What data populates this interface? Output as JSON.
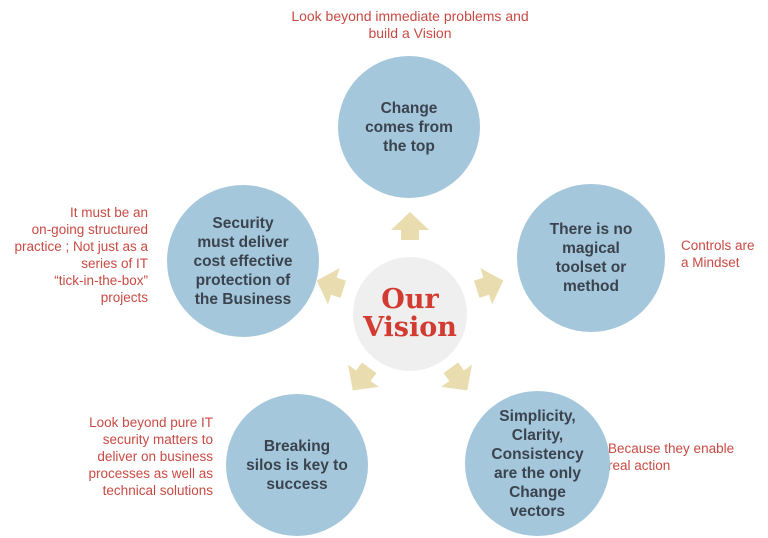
{
  "colors": {
    "circle_blue": "#a5c7db",
    "circle_text": "#3a434e",
    "center_circle_fill": "#efefef",
    "center_text_red": "#d23b31",
    "annotation_red": "#c84a43",
    "arrow_beige": "#e9dcae",
    "background": "#ffffff"
  },
  "center": {
    "lines": [
      "Our",
      "Vision"
    ]
  },
  "circles": {
    "top": {
      "lines": [
        "Change",
        "comes from",
        "the top"
      ]
    },
    "right": {
      "lines": [
        "There is no",
        "magical",
        "toolset or",
        "method"
      ]
    },
    "left": {
      "lines": [
        "Security",
        "must deliver",
        "cost effective",
        "protection of",
        "the Business"
      ]
    },
    "bottom_left": {
      "lines": [
        "Breaking",
        "silos is key to",
        "success"
      ]
    },
    "bottom_right": {
      "lines": [
        "Simplicity,",
        "Clarity,",
        "Consistency",
        "are the only",
        "Change",
        "vectors"
      ]
    }
  },
  "annotations": {
    "top": {
      "lines": [
        "Look beyond immediate problems and",
        "build a Vision"
      ]
    },
    "right": {
      "lines": [
        "Controls are",
        "a Mindset"
      ]
    },
    "left": {
      "lines": [
        "It must be an",
        "on-going structured",
        "practice ; Not just as a",
        "series of IT",
        "“tick-in-the-box”",
        "projects"
      ]
    },
    "bottom_left": {
      "lines": [
        "Look beyond pure IT",
        "security matters to",
        "deliver on business",
        "processes as well as",
        "technical solutions"
      ]
    },
    "bottom_right": {
      "lines": [
        "Because they enable",
        "real action"
      ]
    }
  }
}
